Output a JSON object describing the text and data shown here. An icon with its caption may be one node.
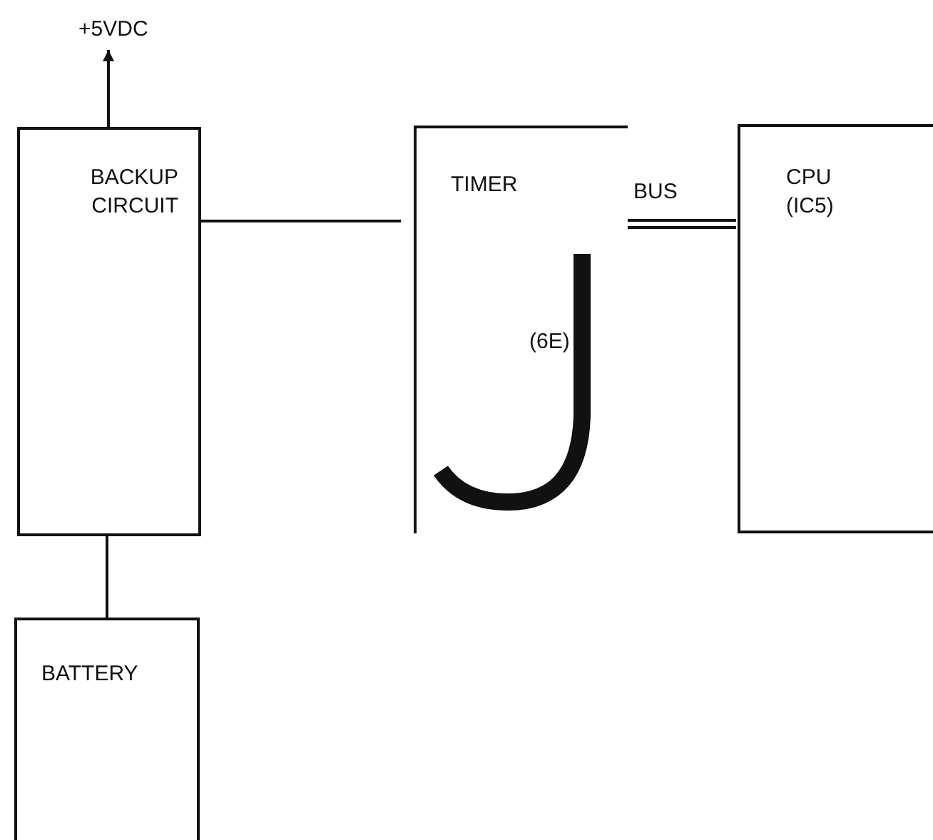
{
  "diagram": {
    "nodes": [
      {
        "text": [
          "+5VDC"
        ]
      },
      {
        "text": [
          "BACKUP CIRCUIT"
        ]
      },
      {
        "text": [
          "TIMER",
          "(6E)"
        ]
      },
      {
        "text": [
          "CPU (IC5)"
        ]
      },
      {
        "text": [
          "BATTERY"
        ]
      }
    ],
    "edges": [
      {
        "from": 1,
        "to": 0,
        "arrow": "to"
      },
      {
        "from": 1,
        "to": 2,
        "arrow": "none"
      },
      {
        "from": 2,
        "to": 3,
        "arrow": "none",
        "label": "BUS"
      },
      {
        "from": 1,
        "to": 4,
        "arrow": "none"
      }
    ]
  }
}
